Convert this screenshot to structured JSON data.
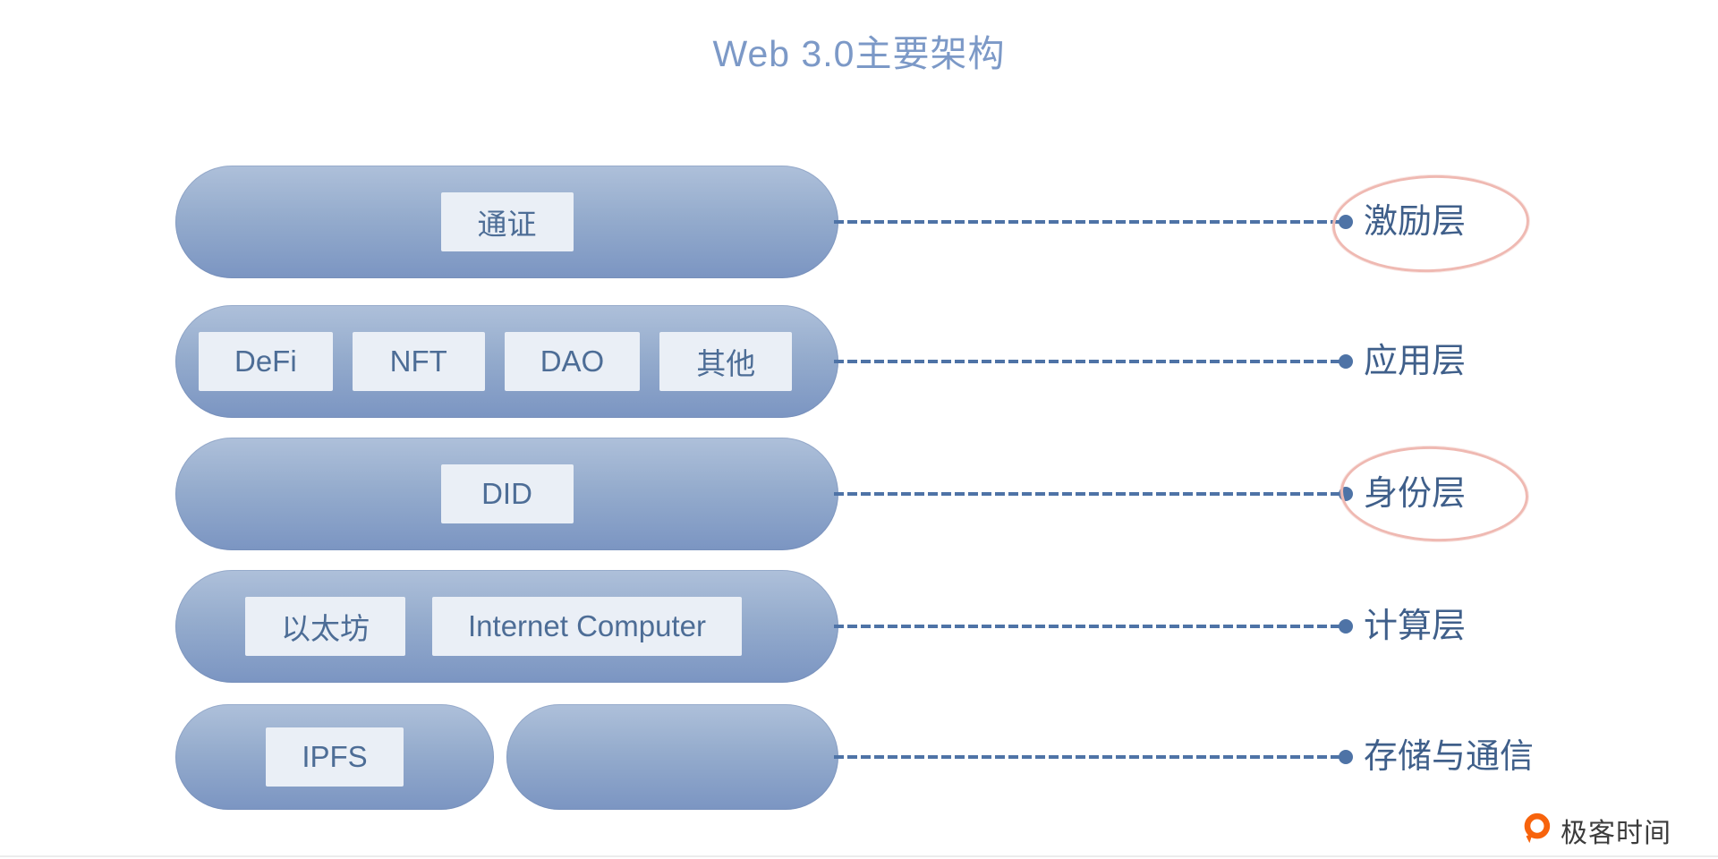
{
  "title": "Web 3.0主要架构",
  "layers": [
    {
      "label": "激励层",
      "highlighted": true,
      "blocks": [
        "通证"
      ]
    },
    {
      "label": "应用层",
      "highlighted": false,
      "blocks": [
        "DeFi",
        "NFT",
        "DAO",
        "其他"
      ]
    },
    {
      "label": "身份层",
      "highlighted": true,
      "blocks": [
        "DID"
      ]
    },
    {
      "label": "计算层",
      "highlighted": false,
      "blocks": [
        "以太坊",
        "Internet Computer"
      ]
    },
    {
      "label": "存储与通信",
      "highlighted": false,
      "blocks": [
        "IPFS"
      ]
    }
  ],
  "colors": {
    "bar_gradient_top": "#aec0da",
    "bar_gradient_bottom": "#7b95c2",
    "block_background": "#eaeff6",
    "block_text": "#4d6d96",
    "title_text": "#7c99c7",
    "connector_line": "#4e73a6",
    "label_text": "#3f5f8a",
    "highlight_ellipse": "#efb9b2",
    "logo_orange": "#f7630c"
  },
  "logo": {
    "text": "极客时间"
  }
}
